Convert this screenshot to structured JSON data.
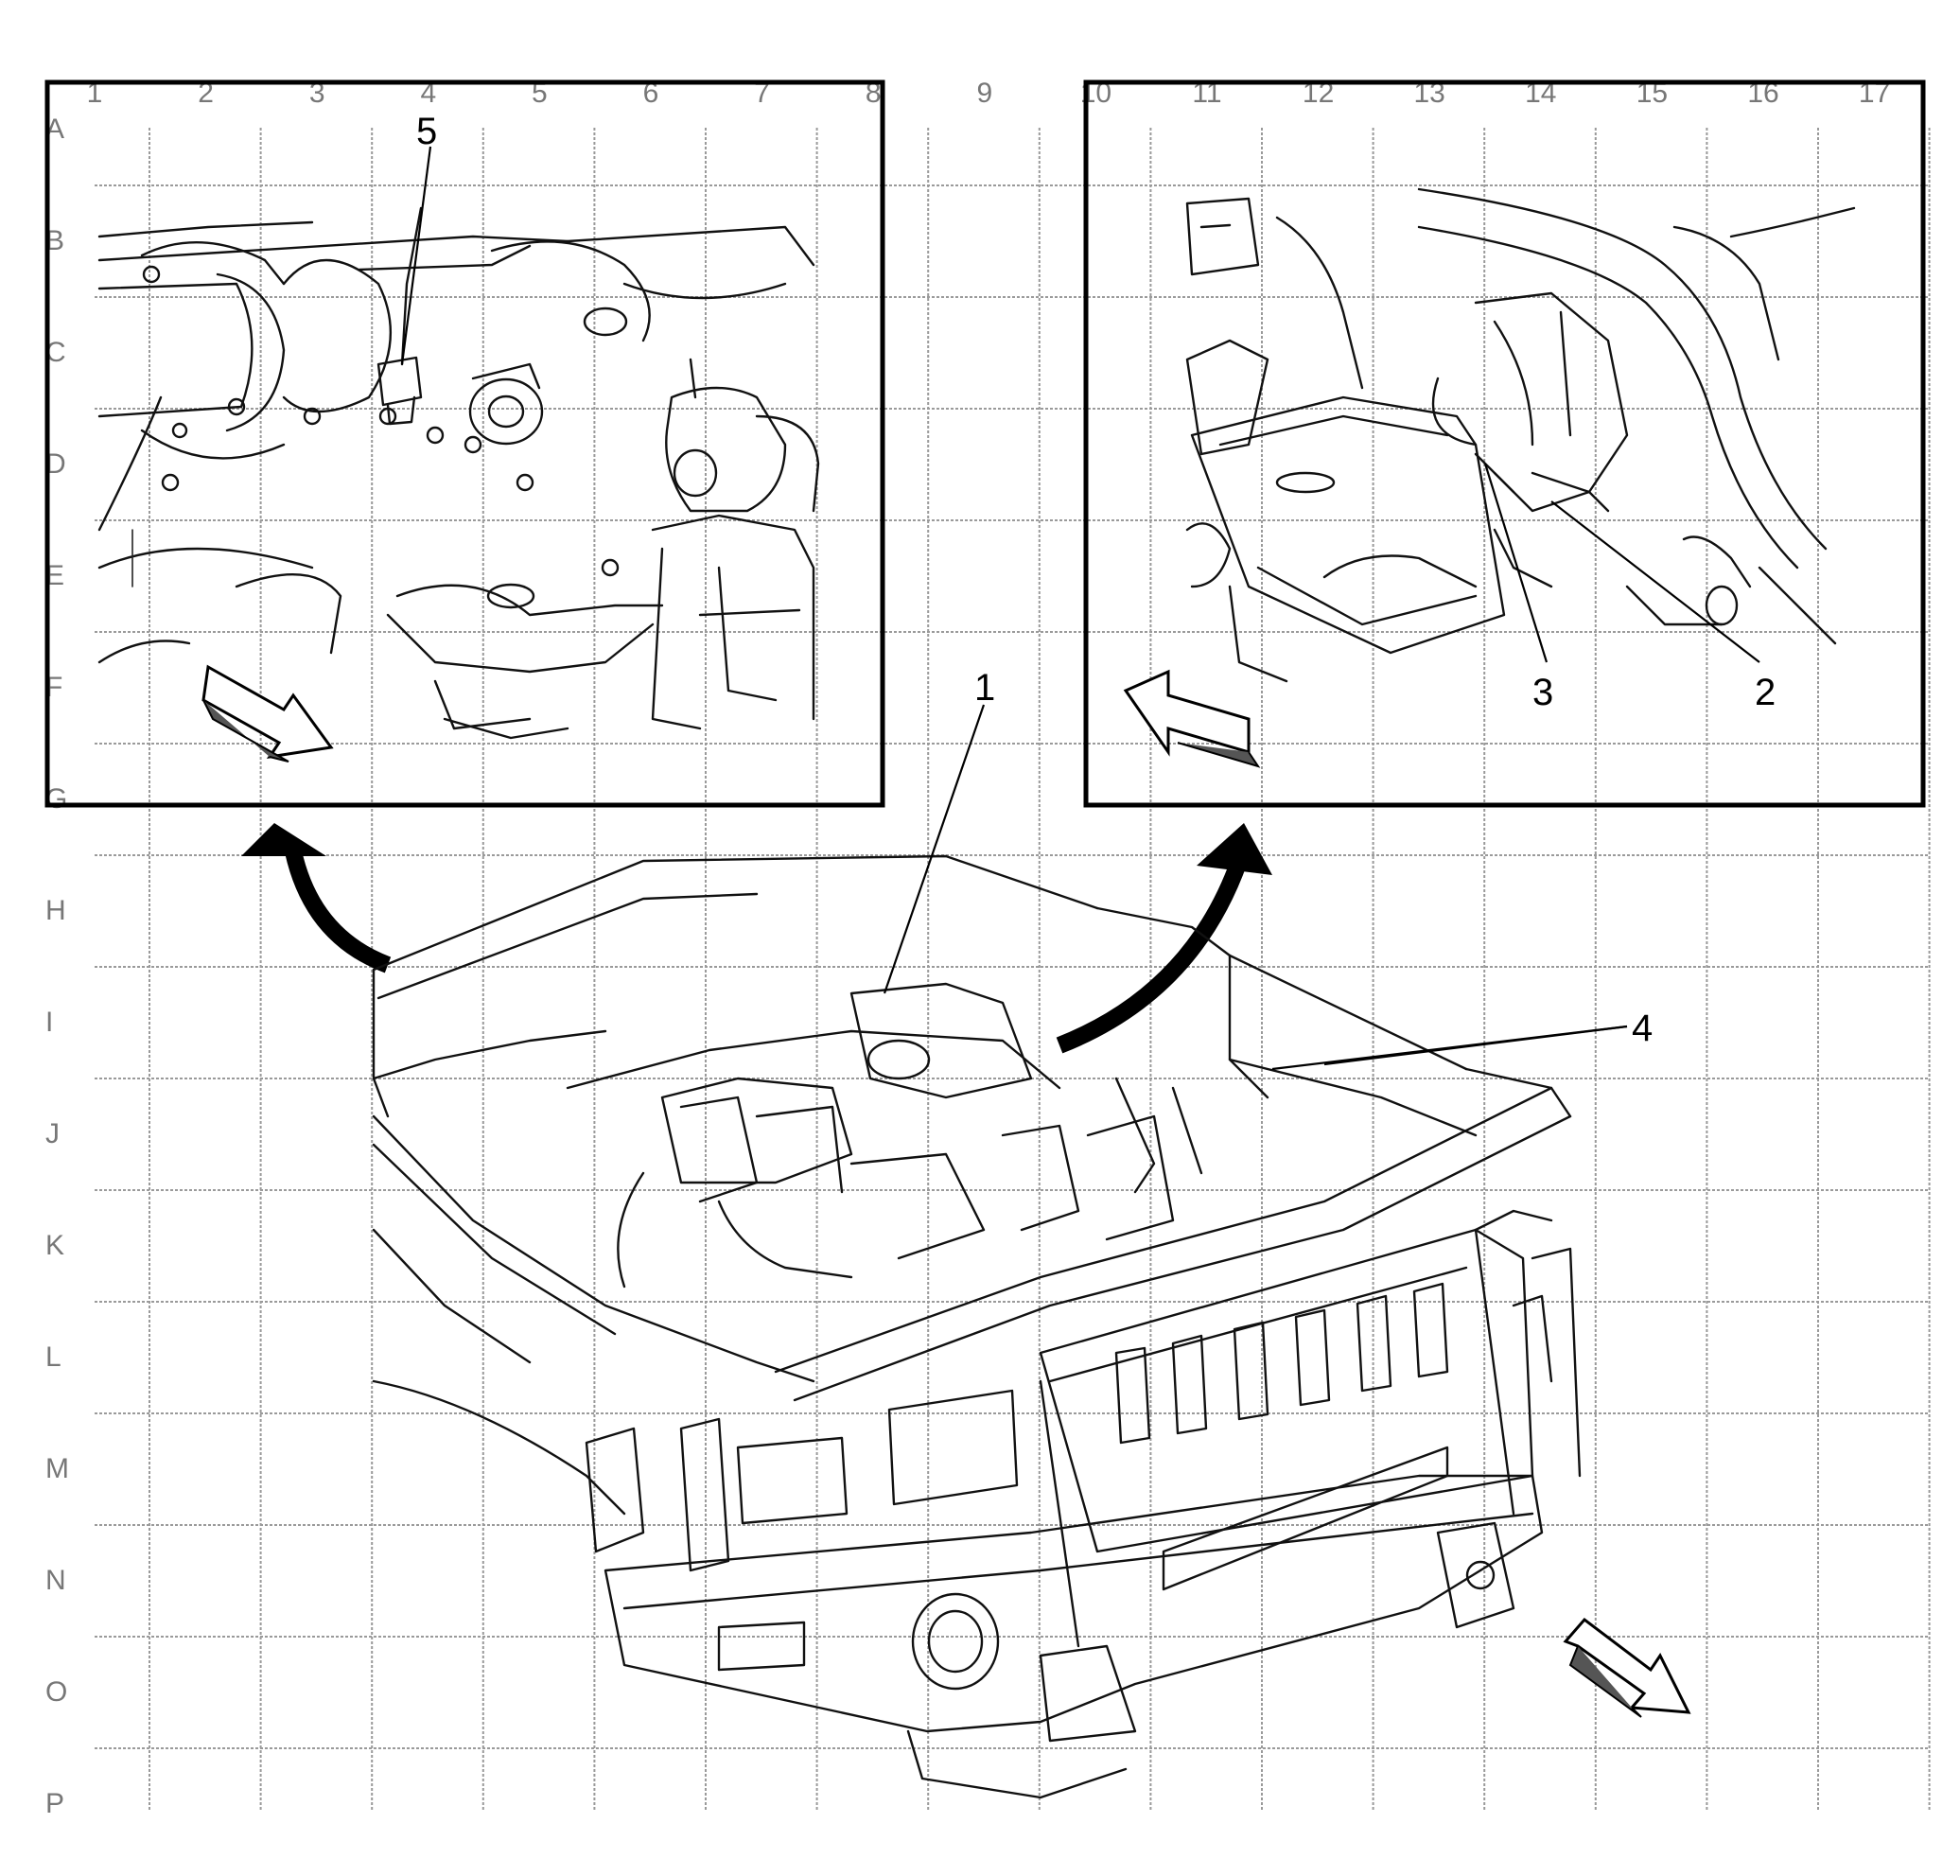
{
  "grid": {
    "columns": [
      "1",
      "2",
      "3",
      "4",
      "5",
      "6",
      "7",
      "8",
      "9",
      "10",
      "11",
      "12",
      "13",
      "14",
      "15",
      "16",
      "17"
    ],
    "rows": [
      "A",
      "B",
      "C",
      "D",
      "E",
      "F",
      "G",
      "H",
      "I",
      "J",
      "K",
      "L",
      "M",
      "N",
      "O",
      "P"
    ]
  },
  "callouts": {
    "c1": "1",
    "c2": "2",
    "c3": "3",
    "c4": "4",
    "c5": "5"
  },
  "icons": {
    "view_arrow_left": "left-view-direction-arrow-icon",
    "view_arrow_right": "right-view-direction-arrow-icon",
    "view_arrow_main": "main-view-direction-arrow-icon",
    "detail_curve_left": "curved-detail-arrow-left-icon",
    "detail_curve_right": "curved-detail-arrow-right-icon"
  }
}
